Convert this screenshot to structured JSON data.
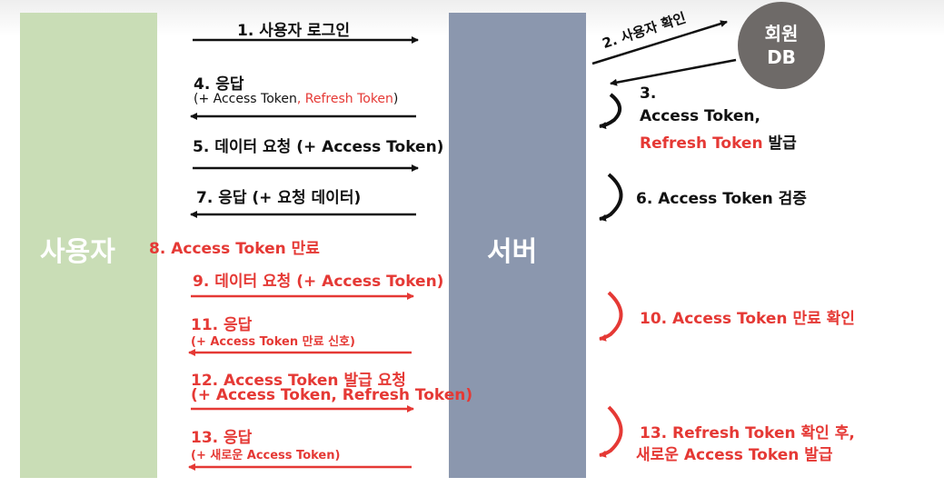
{
  "participants": {
    "user": "사용자",
    "server": "서버",
    "db_line1": "회원",
    "db_line2": "DB"
  },
  "steps": {
    "s1": "1. 사용자 로그인",
    "s2": "2. 사용자 확인",
    "s3_num": "3.",
    "s3_line1": "Access Token,",
    "s3_refresh": "Refresh Token",
    "s3_issue": " 발급",
    "s4_title": "4. 응답",
    "s4_sub_a": "(+ Access Token",
    "s4_sub_b": ", Refresh Token",
    "s4_sub_c": ")",
    "s5": "5. 데이터 요청 (+ Access Token)",
    "s6": "6. Access Token 검증",
    "s7": "7. 응답 (+ 요청 데이터)",
    "s8": "8. Access Token 만료",
    "s9": "9. 데이터 요청 (+ Access Token)",
    "s10": "10. Access Token 만료 확인",
    "s11_title": "11. 응답",
    "s11_sub": "(+ Access Token 만료 신호)",
    "s12_line1": "12. Access Token 발급 요청",
    "s12_line2": "(+ Access Token, Refresh Token)",
    "s13_title": "13. 응답",
    "s13_sub": "(+ 새로운 Access Token)",
    "s13r_line1": "13. Refresh Token 확인 후,",
    "s13r_line2": "새로운 Access Token 발급"
  },
  "colors": {
    "user_column": "#c9ddb6",
    "server_column": "#8b97ae",
    "db": "#6e6a68",
    "normal_flow": "#111111",
    "expired_flow": "#e53935"
  }
}
